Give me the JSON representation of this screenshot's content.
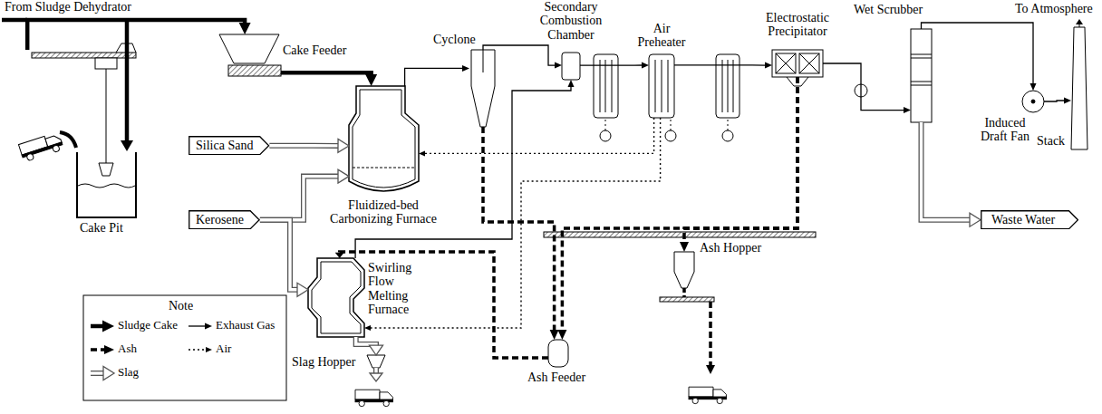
{
  "diagram": {
    "nodes": [
      {
        "text": [
          "Cake Pit"
        ]
      },
      {
        "text": [
          "Cake Feeder"
        ]
      },
      {
        "text": [
          "Silica Sand"
        ]
      },
      {
        "text": [
          "Fluidized-bed Carbonizing Furnace"
        ]
      },
      {
        "text": [
          "Kerosene"
        ]
      },
      {
        "text": [
          "Cyclone"
        ]
      },
      {
        "text": [
          "Secondary Combustion Chamber"
        ]
      },
      {
        "text": [
          "Air Preheater"
        ]
      },
      {
        "text": [
          "Electrostatic Precipitator"
        ]
      },
      {
        "text": [
          "Wet Scrubber"
        ]
      },
      {
        "text": [
          "Induced Draft Fan"
        ]
      },
      {
        "text": [
          "Stack"
        ]
      },
      {
        "text": [
          "Waste Water"
        ]
      },
      {
        "text": [
          "Swirling Flow Melting Furnace"
        ]
      },
      {
        "text": [
          "Slag Hopper"
        ]
      },
      {
        "text": [
          "Ash Feeder"
        ]
      },
      {
        "text": [
          "Ash Hopper"
        ]
      }
    ],
    "edges": [
      {
        "from": 0,
        "to": 1,
        "arrow": "to"
      },
      {
        "from": 1,
        "to": 3,
        "arrow": "to"
      },
      {
        "from": 2,
        "to": 3,
        "arrow": "to"
      },
      {
        "from": 4,
        "to": 3,
        "arrow": "to"
      },
      {
        "from": 4,
        "to": 13,
        "arrow": "to"
      },
      {
        "from": 3,
        "to": 5,
        "arrow": "to"
      },
      {
        "from": 5,
        "to": 6,
        "arrow": "to"
      },
      {
        "from": 13,
        "to": 6,
        "arrow": "to"
      },
      {
        "from": 6,
        "to": 7,
        "arrow": "to"
      },
      {
        "from": 7,
        "to": 8,
        "arrow": "to"
      },
      {
        "from": 8,
        "to": 9,
        "arrow": "to"
      },
      {
        "from": 9,
        "to": 10,
        "arrow": "to"
      },
      {
        "from": 10,
        "to": 11,
        "arrow": "to"
      },
      {
        "from": 9,
        "to": 12,
        "arrow": "to"
      },
      {
        "from": 7,
        "to": 3,
        "arrow": "to"
      },
      {
        "from": 7,
        "to": 13,
        "arrow": "to"
      },
      {
        "from": 5,
        "to": 15,
        "arrow": "to"
      },
      {
        "from": 8,
        "to": 15,
        "arrow": "to"
      },
      {
        "from": 8,
        "to": 16,
        "arrow": "to"
      },
      {
        "from": 15,
        "to": 13,
        "arrow": "to"
      },
      {
        "from": 13,
        "to": 14,
        "arrow": "to"
      }
    ],
    "labels": [
      "From Sludge Dehydrator",
      "To Atmosphere",
      "Note"
    ],
    "legend": [
      {
        "text": "Sludge Cake"
      },
      {
        "text": "Exhaust Gas"
      },
      {
        "text": "Ash"
      },
      {
        "text": "Air"
      },
      {
        "text": "Slag"
      }
    ]
  }
}
